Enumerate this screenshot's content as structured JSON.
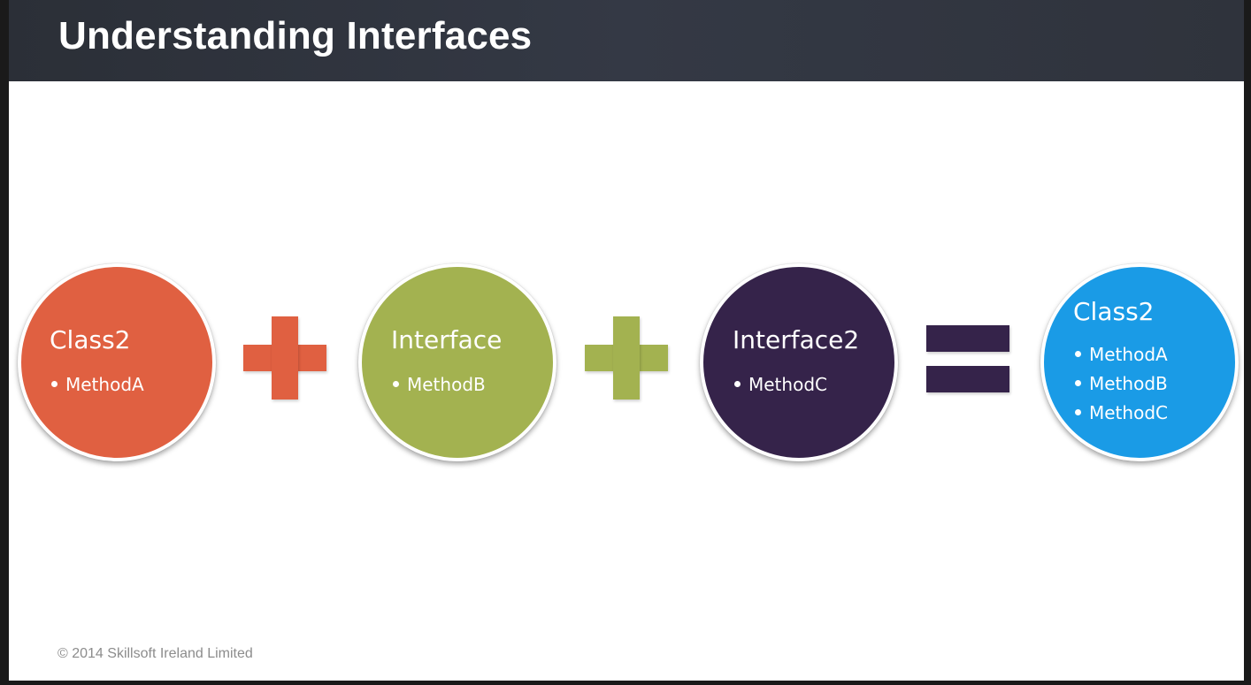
{
  "slide": {
    "title": "Understanding Interfaces",
    "footer": "© 2014 Skillsoft Ireland Limited"
  },
  "diagram": {
    "nodes": [
      {
        "title": "Class2",
        "items": [
          "MethodA"
        ],
        "color": "#e06041"
      },
      {
        "title": "Interface",
        "items": [
          "MethodB"
        ],
        "color": "#a3b250"
      },
      {
        "title": "Interface2",
        "items": [
          "MethodC"
        ],
        "color": "#35234a"
      },
      {
        "title": "Class2",
        "items": [
          "MethodA",
          "MethodB",
          "MethodC"
        ],
        "color": "#1a9be6"
      }
    ],
    "operators": [
      {
        "symbol": "plus",
        "color": "#e06041"
      },
      {
        "symbol": "plus",
        "color": "#a3b250"
      },
      {
        "symbol": "equals",
        "color": "#35234a"
      }
    ]
  }
}
